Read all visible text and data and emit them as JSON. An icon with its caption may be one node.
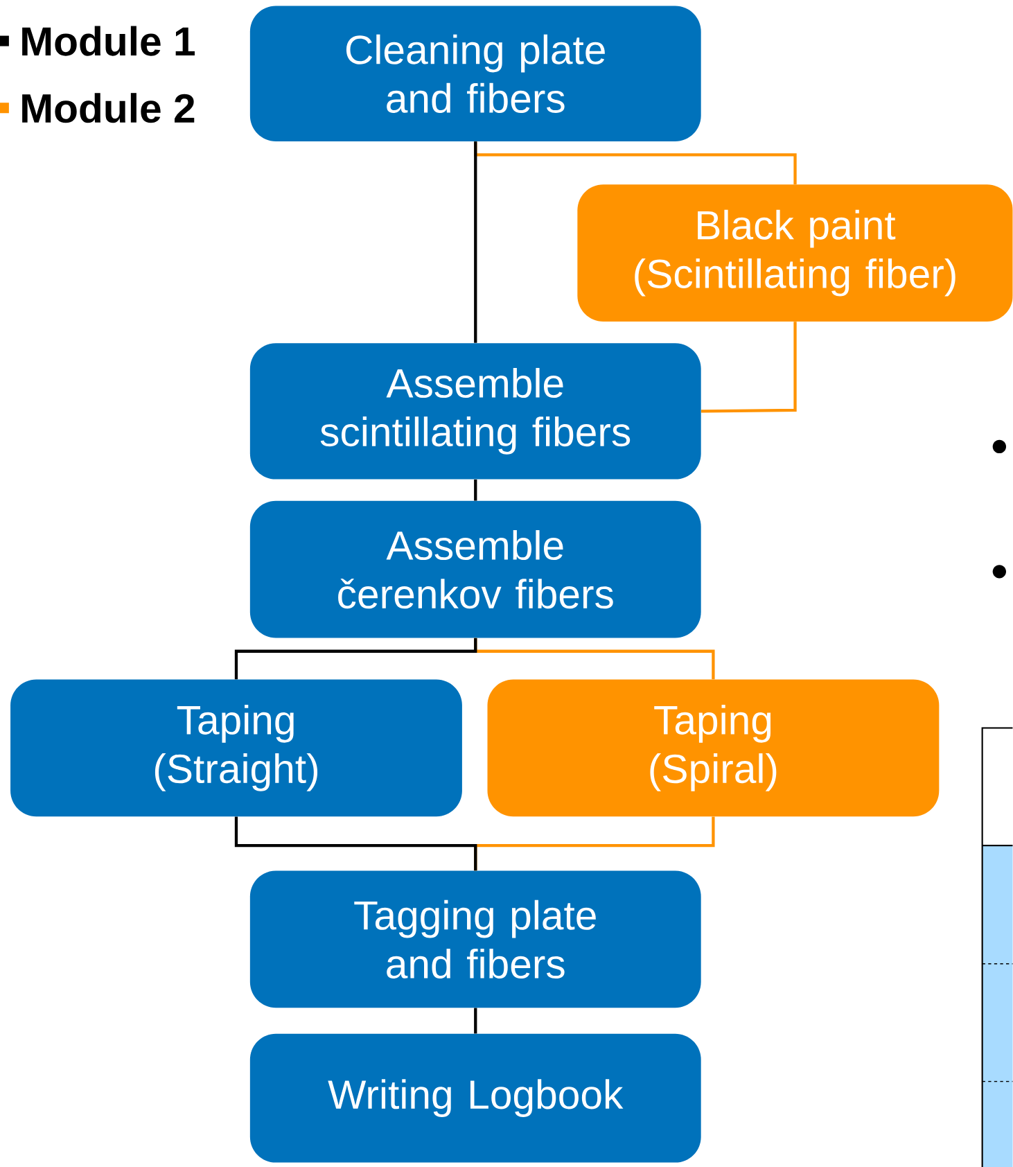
{
  "diagram": {
    "nodes": [
      {
        "text": [
          "Cleaning plate and fibers"
        ]
      },
      {
        "text": [
          "Black paint (Scintillating fiber)"
        ]
      },
      {
        "text": [
          "Assemble scintillating fibers"
        ]
      },
      {
        "text": [
          "Assemble čerenkov fibers"
        ]
      },
      {
        "text": [
          "Taping (Straight)"
        ]
      },
      {
        "text": [
          "Taping (Spiral)"
        ]
      },
      {
        "text": [
          "Tagging plate and fibers"
        ]
      },
      {
        "text": [
          "Writing Logbook"
        ]
      }
    ],
    "edges": [
      {
        "from": 0,
        "to": 2,
        "arrow": "none"
      },
      {
        "from": 0,
        "to": 1,
        "arrow": "none",
        "color": "#ff9300"
      },
      {
        "from": 1,
        "to": 2,
        "arrow": "none",
        "color": "#ff9300"
      },
      {
        "from": 2,
        "to": 3,
        "arrow": "none"
      },
      {
        "from": 3,
        "to": 4,
        "arrow": "none"
      },
      {
        "from": 3,
        "to": 5,
        "arrow": "none",
        "color": "#ff9300"
      },
      {
        "from": 4,
        "to": 6,
        "arrow": "none"
      },
      {
        "from": 5,
        "to": 6,
        "arrow": "none",
        "color": "#ff9300"
      },
      {
        "from": 6,
        "to": 7,
        "arrow": "none"
      }
    ],
    "legend": [
      {
        "text": "Module 1",
        "color": "#000000"
      },
      {
        "text": "Module 2",
        "color": "#ff9300"
      }
    ]
  }
}
